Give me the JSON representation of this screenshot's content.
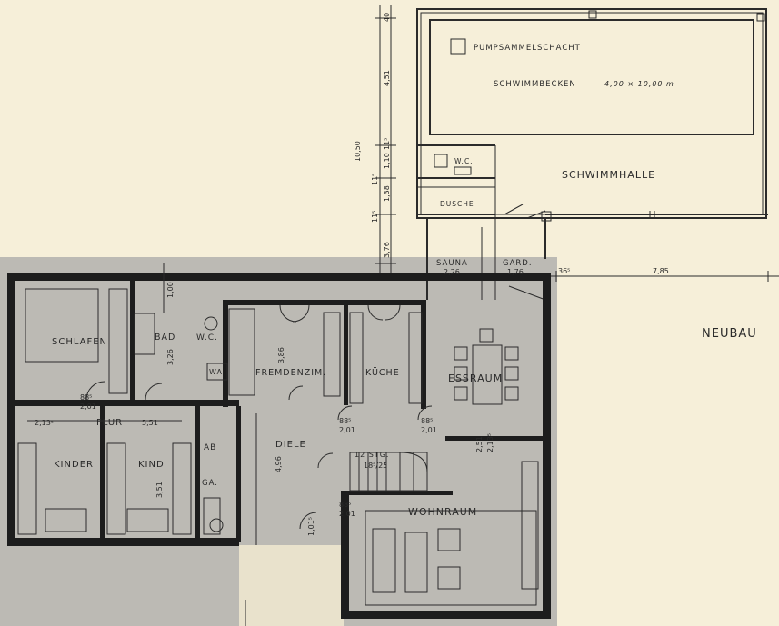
{
  "colors": {
    "paper": "#f6efd9",
    "gray_zone": "#bcbab4",
    "wall": "#1d1d1d"
  },
  "labels": {
    "pumpsammelschacht": "PUMPSAMMELSCHACHT",
    "schwimmbecken": "SCHWIMMBECKEN",
    "schwimmbecken_size": "4,00 × 10,00 m",
    "schwimmhalle": "SCHWIMMHALLE",
    "wc_top": "W.C.",
    "dusche": "DUSCHE",
    "sauna": "SAUNA",
    "gard": "GARD.",
    "neubau": "NEUBAU",
    "schlafen": "SCHLAFEN",
    "bad": "BAD",
    "wc": "W.C.",
    "wa": "WA",
    "fremdenzim": "FREMDENZIM.",
    "kueche": "KÜCHE",
    "essraum": "ESSRAUM",
    "flur": "FLUR",
    "diele": "DIELE",
    "kinder": "KINDER",
    "kind": "KIND",
    "ab": "AB",
    "ga": "GA.",
    "wohnraum": "WOHNRAUM",
    "stg": "12 STG."
  },
  "dimensions": {
    "d_40": "40",
    "d_451": "4,51",
    "d_1050": "10,50",
    "d_115a": "11⁵",
    "d_110": "1,10",
    "d_115b": "11⁵",
    "d_138": "1,38",
    "d_115c": "11⁵",
    "d_376": "3,76",
    "d_785": "7,85",
    "d_36": "36⁵",
    "d_sauna_w": "2,26",
    "d_gard_w": "1,76",
    "d_100": "1,00",
    "d_326": "3,26",
    "d_386": "3,86",
    "d_4_96": "4,96",
    "d_885a": "88⁵",
    "d_201a": "2,01",
    "d_885b": "88⁵",
    "d_201b": "2,01",
    "d_885c": "88⁵",
    "d_201c": "2,01",
    "d_885d": "88⁵",
    "d_201d": "2,01",
    "d_2135": "2,13⁵",
    "d_551": "5,51",
    "d_351": "3,51",
    "d_251": "2,51",
    "d_2135b": "2,13⁵",
    "d_1885": "18⁵/25",
    "d_1015": "1,01⁵"
  }
}
